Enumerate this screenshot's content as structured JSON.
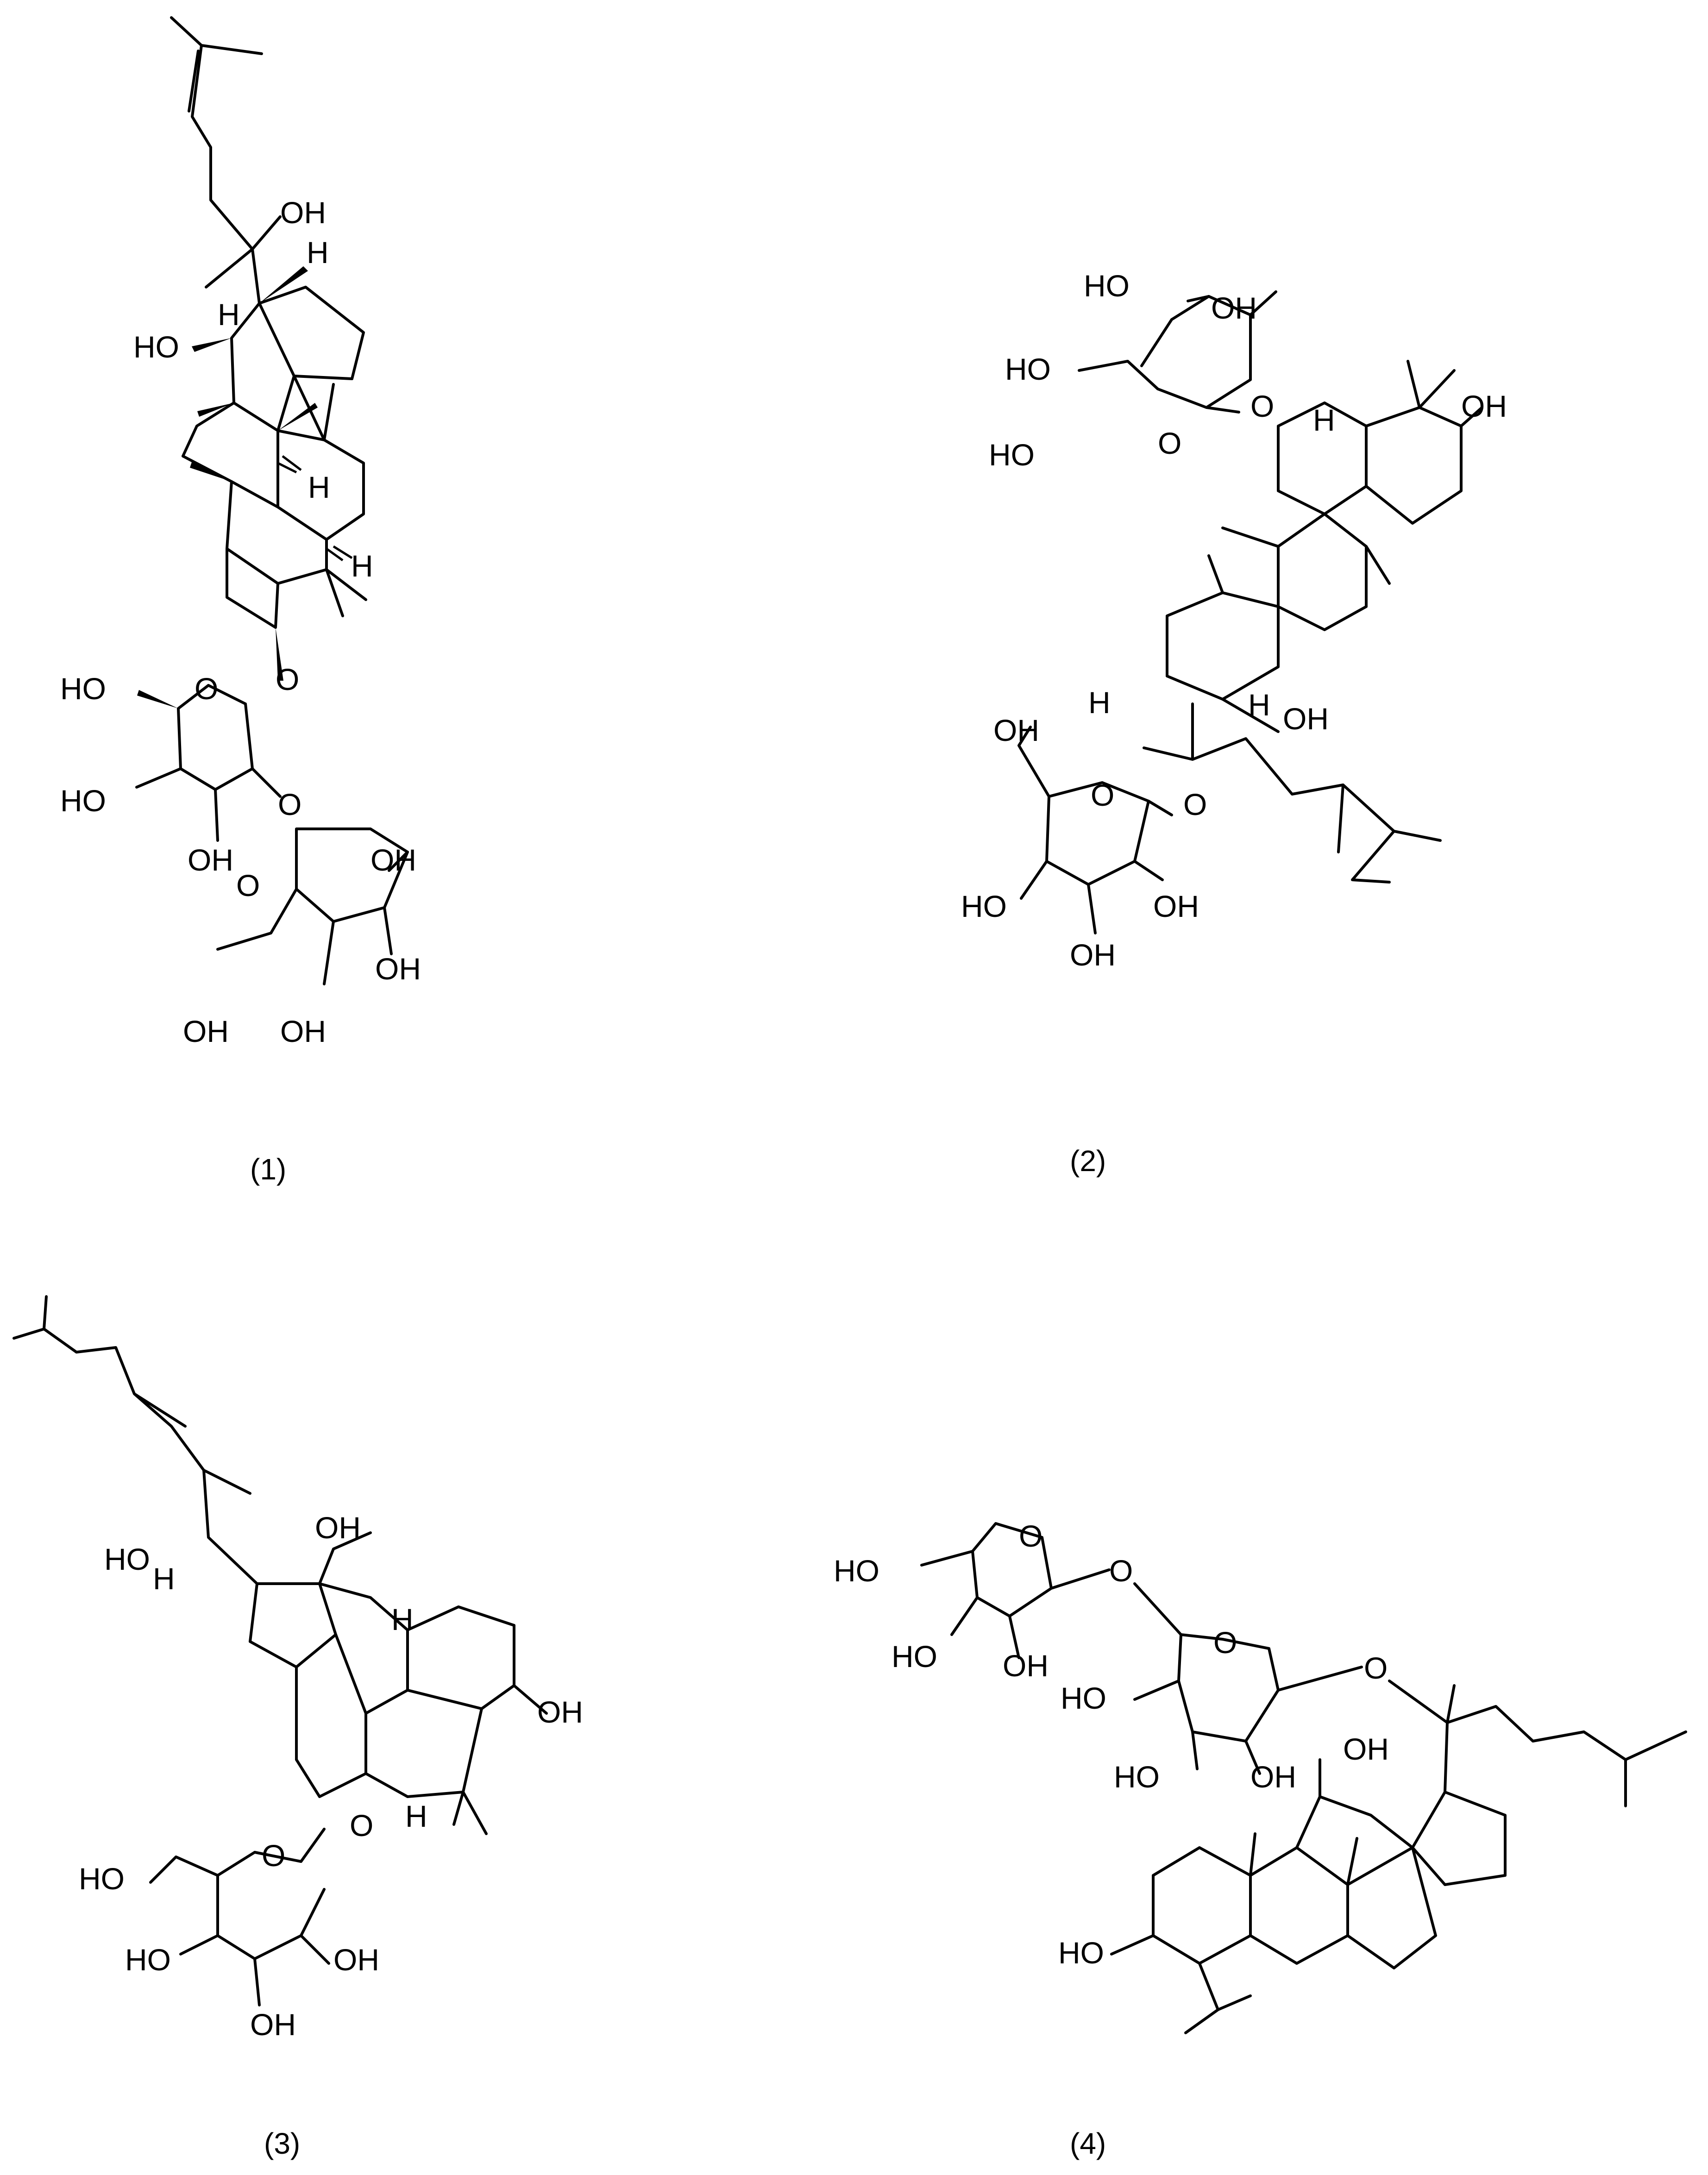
{
  "colors": {
    "ink": "#000000",
    "background": "#ffffff"
  },
  "compounds": [
    {
      "label": "(1)"
    },
    {
      "label": "(2)"
    },
    {
      "label": "(3)"
    },
    {
      "label": "(4)"
    }
  ],
  "atom_labels": {
    "oh": "OH",
    "ho": "HO",
    "h": "H",
    "o": "O"
  }
}
